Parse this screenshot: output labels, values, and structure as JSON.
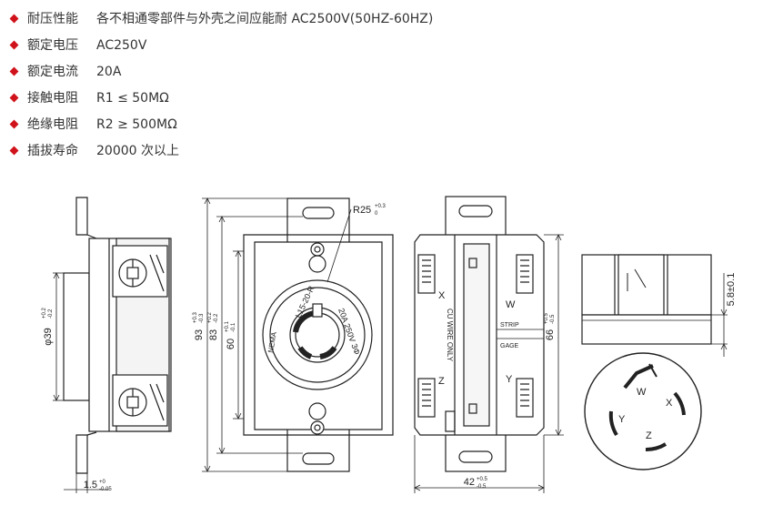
{
  "specs": [
    {
      "label": "耐压性能",
      "value": "各不相通零部件与外壳之间应能耐 AC2500V(50HZ-60HZ)"
    },
    {
      "label": "额定电压",
      "value": "AC250V"
    },
    {
      "label": "额定电流",
      "value": "20A"
    },
    {
      "label": "接触电阻",
      "value": "R1 ≤ 50MΩ"
    },
    {
      "label": "绝缘电阻",
      "value": "R2 ≥ 500MΩ"
    },
    {
      "label": "插拔寿命",
      "value": "20000 次以上"
    }
  ],
  "dimensions": {
    "side_diameter": "φ39",
    "side_diameter_tol_up": "+0.2",
    "side_diameter_tol_down": "-0.2",
    "thickness": "1.5",
    "thickness_tol_up": "+0",
    "thickness_tol_down": "-0.05",
    "front_height_1": "93",
    "front_height_1_tol_up": "+0.3",
    "front_height_1_tol_down": "-0.3",
    "front_height_2": "83",
    "front_height_2_tol_up": "+0.2",
    "front_height_2_tol_down": "-0.2",
    "front_height_3": "60",
    "front_height_3_tol_up": "+0.1",
    "front_height_3_tol_down": "-0.1",
    "radius": "R25",
    "radius_tol_up": "+0.3",
    "radius_tol_down": "0",
    "back_height": "66",
    "back_height_tol_up": "+0.5",
    "back_height_tol_down": "-0.5",
    "back_width": "42",
    "back_width_tol_up": "+0.5",
    "back_width_tol_down": "-0.5",
    "top_height": "5.8±0.1"
  },
  "front_face": {
    "model": "L15-20-R",
    "rating": "20A 250V 3Φ",
    "brand": "NEMA"
  },
  "back_view": {
    "terminal_x": "X",
    "terminal_w": "W",
    "terminal_z": "Z",
    "terminal_y": "Y",
    "wire_note": "CU WIRE ONLY",
    "strip": "STRIP",
    "gage": "GAGE"
  },
  "plug_face": {
    "pin_w": "W",
    "pin_x": "X",
    "pin_y": "Y",
    "pin_z": "Z"
  },
  "colors": {
    "bullet": "#d0121b",
    "line": "#222222"
  }
}
